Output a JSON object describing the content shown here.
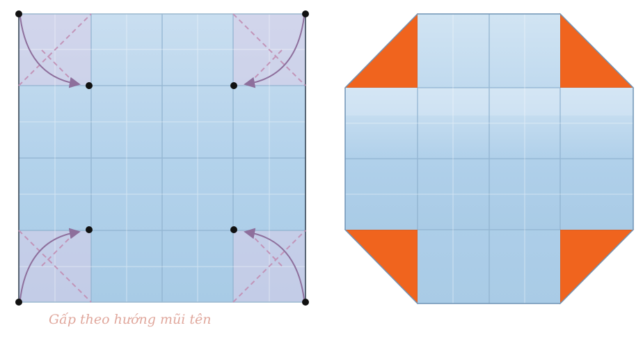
{
  "caption": "Gấp theo hướng mũi tên",
  "colors": {
    "paper_light": "#cfe3f2",
    "paper_mid": "#bcd7ec",
    "paper_dark": "#a9cbe5",
    "crease": "#8fb2cf",
    "fold_line": "#c294b8",
    "arrow": "#8e6f9c",
    "dot": "#111111",
    "orange": "#f0641e",
    "orange_edge": "#c45a2a",
    "caption": "#e0a79c"
  },
  "figures": [
    {
      "name": "flat-square-with-fold-guides",
      "description_visible": false
    },
    {
      "name": "octagon-result",
      "description_visible": false
    }
  ]
}
